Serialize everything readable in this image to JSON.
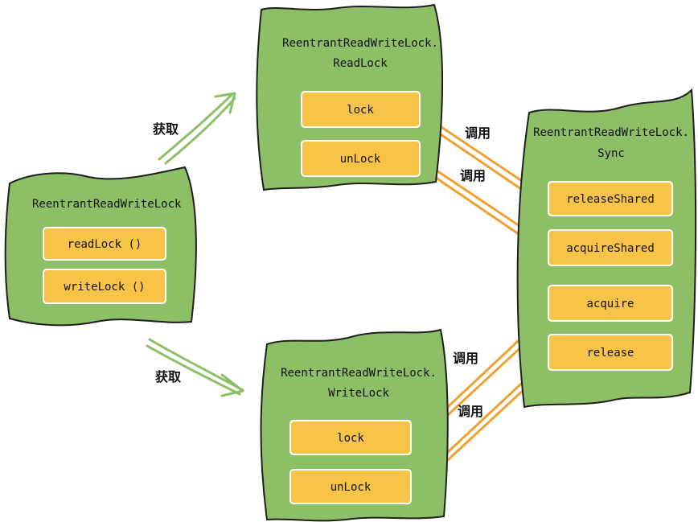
{
  "nodes": {
    "rrwl": {
      "title": "ReentrantReadWriteLock",
      "methods": [
        "readLock ()",
        "writeLock ()"
      ]
    },
    "read_lock": {
      "title_line1": "ReentrantReadWriteLock.",
      "title_line2": "ReadLock",
      "methods": [
        "lock",
        "unLock"
      ]
    },
    "write_lock": {
      "title_line1": "ReentrantReadWriteLock.",
      "title_line2": "WriteLock",
      "methods": [
        "lock",
        "unLock"
      ]
    },
    "sync": {
      "title_line1": "ReentrantReadWriteLock.",
      "title_line2": "Sync",
      "methods": [
        "releaseShared",
        "acquireShared",
        "acquire",
        "release"
      ]
    }
  },
  "edges": {
    "obtain_read": "获取",
    "obtain_write": "获取",
    "read_lock_call": "调用",
    "read_unlock_call": "调用",
    "write_lock_call": "调用",
    "write_unlock_call": "调用"
  },
  "colors": {
    "node_fill": "#8dbf67",
    "method_fill": "#f7c447",
    "green_arrow": "#8dbf67",
    "orange_arrow": "#f0a030"
  }
}
